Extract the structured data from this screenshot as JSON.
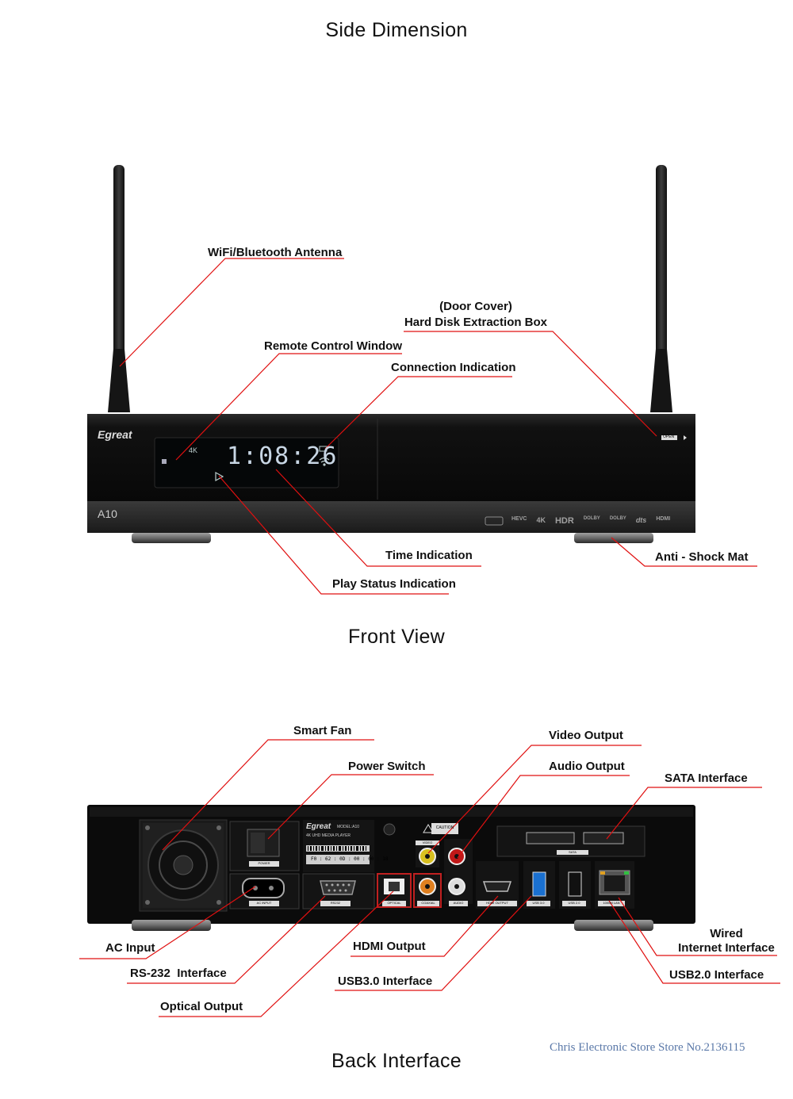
{
  "titles": {
    "side_dimension": "Side Dimension",
    "front_view": "Front View",
    "back_interface": "Back Interface"
  },
  "front_device": {
    "brand": "Egreat",
    "model": "A10",
    "display_time": "1:08:26",
    "badge_4k": "4K",
    "open_label": "OPEN",
    "logos": [
      "HEVC",
      "4K",
      "HDR",
      "DOLBY",
      "DOLBY",
      "dts",
      "HDMI"
    ]
  },
  "front_labels": {
    "antenna": "WiFi/Bluetooth Antenna",
    "door_cover": "(Door Cover)",
    "hdd_box": "Hard Disk Extraction Box",
    "remote_window": "Remote Control Window",
    "connection": "Connection Indication",
    "time": "Time Indication",
    "play_status": "Play Status Indication",
    "anti_shock": "Anti - Shock Mat"
  },
  "back_device": {
    "brand": "Egreat",
    "model_line": "MODEL:A10",
    "product_line": "4K UHD MEDIA PLAYER",
    "mac": "F0 : 62 : 0D : 00 : 00 : 18",
    "port_labels": {
      "power": "POWER",
      "ac_input": "AC INPUT",
      "rs232": "RS232",
      "video": "VIDEO",
      "optical": "OPTICAL",
      "coaxial": "COAXIAL",
      "audio": "AUDIO",
      "hdmi": "HDMI OUTPUT",
      "usb3": "USB 3.0",
      "usb2": "USB 2.0",
      "lan": "1000M LAN",
      "sata": "SATA",
      "caution": "CAUTION"
    }
  },
  "back_labels": {
    "smart_fan": "Smart Fan",
    "power_switch": "Power Switch",
    "video_output": "Video Output",
    "audio_output": "Audio Output",
    "sata": "SATA Interface",
    "ac_input": "AC Input",
    "rs232": "RS-232  Interface",
    "optical": "Optical Output",
    "hdmi": "HDMI Output",
    "usb3": "USB3.0 Interface",
    "wired_1": "Wired",
    "wired_2": "Internet Interface",
    "usb2": "USB2.0 Interface"
  },
  "store": "Chris Electronic Store Store No.2136115",
  "colors": {
    "leader": "#e01010",
    "device": "#0c0c0c",
    "display": "#b8c8d8",
    "store_text": "#5a78a8"
  }
}
